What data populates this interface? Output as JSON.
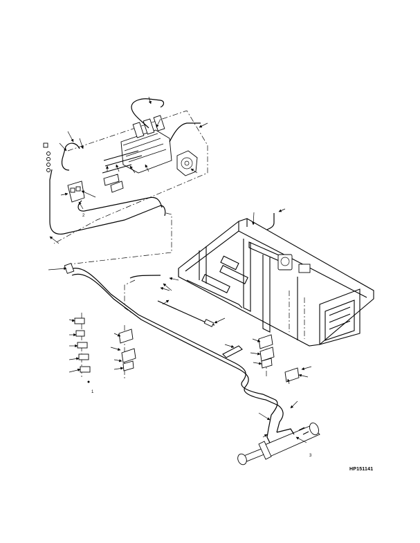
{
  "figure": {
    "reference_code": "HP151141",
    "callouts": [
      "1",
      "2",
      "3"
    ]
  }
}
